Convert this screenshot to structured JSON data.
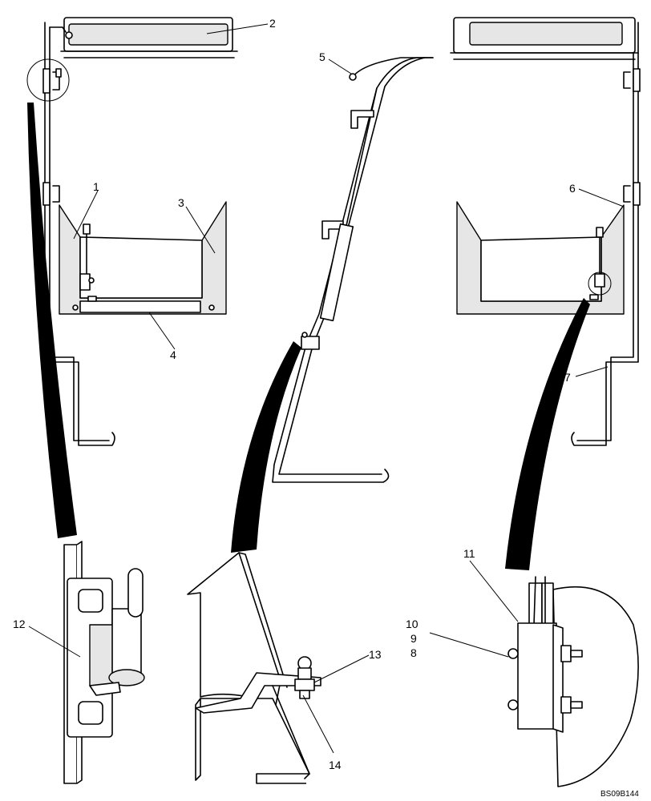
{
  "callouts": [
    "1",
    "2",
    "3",
    "4",
    "5",
    "6",
    "7",
    "8",
    "9",
    "10",
    "11",
    "12",
    "13",
    "14"
  ],
  "drawing_number": "BS09B144"
}
